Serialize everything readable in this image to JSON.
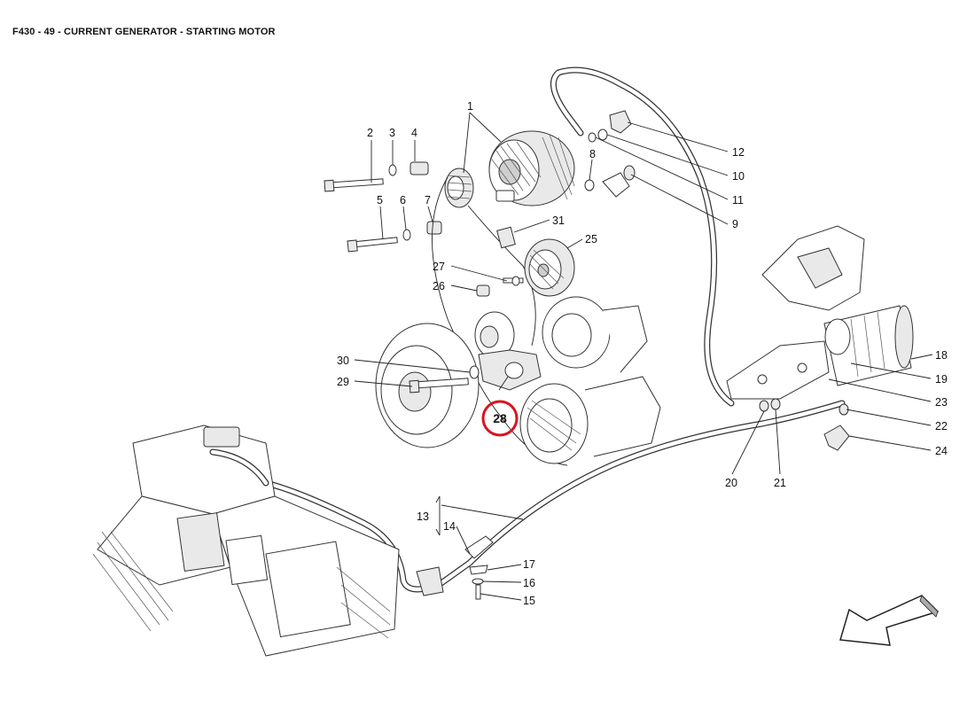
{
  "header": {
    "title": "F430 - 49 - CURRENT GENERATOR - STARTING MOTOR"
  },
  "callouts": {
    "c1": "1",
    "c2": "2",
    "c3": "3",
    "c4": "4",
    "c5": "5",
    "c6": "6",
    "c7": "7",
    "c8": "8",
    "c9": "9",
    "c10": "10",
    "c11": "11",
    "c12": "12",
    "c13": "13",
    "c14": "14",
    "c15": "15",
    "c16": "16",
    "c17": "17",
    "c18": "18",
    "c19": "19",
    "c20": "20",
    "c21": "21",
    "c22": "22",
    "c23": "23",
    "c24": "24",
    "c25": "25",
    "c26": "26",
    "c27": "27",
    "c28": "28",
    "c29": "29",
    "c30": "30",
    "c31": "31"
  },
  "highlight": {
    "part": "28",
    "color": "#d9141e"
  },
  "orientation_arrow": "front-direction-arrow"
}
